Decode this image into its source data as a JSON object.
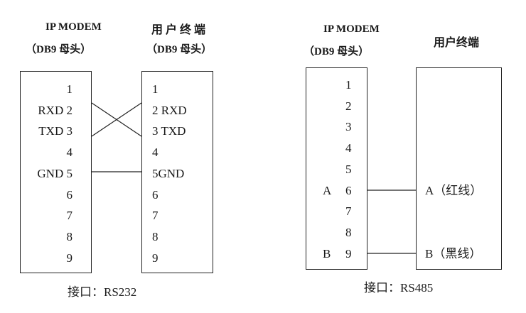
{
  "rs232": {
    "modem_title": "IP MODEM",
    "modem_sub": "（DB9 母头）",
    "user_title": "用 户 终 端",
    "user_sub": "（DB9 母头）",
    "left_pins": [
      "1",
      "RXD 2",
      "TXD 3",
      "4",
      "GND 5",
      "6",
      "7",
      "8",
      "9"
    ],
    "right_pins": [
      "1",
      "2 RXD",
      "3 TXD",
      "4",
      "5GND",
      "6",
      "7",
      "8",
      "9"
    ],
    "caption": "接口：RS232"
  },
  "rs485": {
    "modem_title": "IP MODEM",
    "modem_sub": "（DB9 母头）",
    "user_title": "用户终端",
    "left_pins": [
      "1",
      "2",
      "3",
      "4",
      "5",
      "6",
      "7",
      "8",
      "9"
    ],
    "left_labels": [
      "",
      "",
      "",
      "",
      "",
      "A",
      "",
      "",
      "B"
    ],
    "right_labels": [
      {
        "pin_index": 5,
        "text": "A（红线）"
      },
      {
        "pin_index": 8,
        "text": "B（黑线）"
      }
    ],
    "caption": "接口：RS485"
  }
}
